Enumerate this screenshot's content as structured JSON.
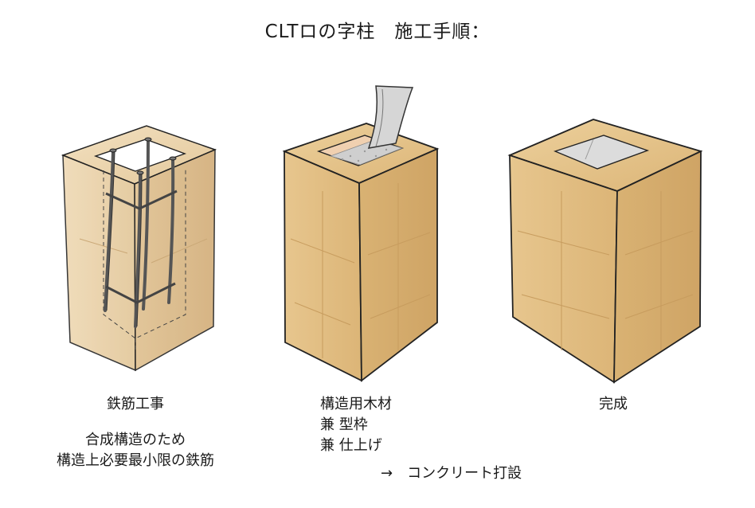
{
  "title": "CLTロの字柱　施工手順：",
  "steps": [
    {
      "label": "鉄筋工事",
      "notes": [
        "合成構造のため",
        "構造上必要最小限の鉄筋"
      ]
    },
    {
      "label": "構造用木材",
      "notes": [
        "兼 型枠",
        "兼 仕上げ",
        "→　コンクリート打設"
      ]
    },
    {
      "label": "完成",
      "notes": []
    }
  ],
  "colors": {
    "wood_light": "#e6cfa8",
    "wood_mid": "#d9b98a",
    "wood_dark": "#c79c63",
    "concrete": "#cfcfcf",
    "outline": "#222222"
  }
}
